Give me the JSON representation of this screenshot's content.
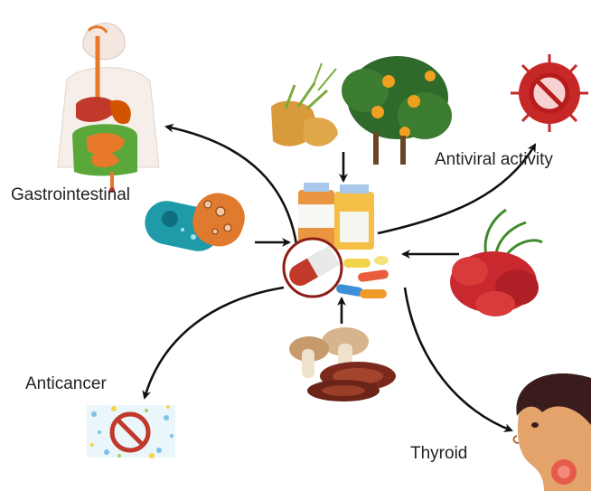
{
  "labels": {
    "gastrointestinal": "Gastrointestinal",
    "antiviral": "Antiviral activity",
    "anticancer": "Anticancer",
    "thyroid": "Thyroid"
  },
  "colors": {
    "arrow": "#111111",
    "organs_red": "#c0392b",
    "organs_green": "#5aa83a",
    "organs_orange": "#e8782a",
    "bacteria_teal": "#1f9aa8",
    "bacteria_orange": "#e07a2e",
    "virus_red": "#c62828",
    "seaweed_red": "#c8282e",
    "seaweed_green": "#3f8a2a",
    "capsule_red": "#c0392b",
    "face_skin": "#e3a36a",
    "hair": "#3a1c1c"
  },
  "icons": [
    "digestive-system-icon",
    "bacteria-icon",
    "ginger-citrus-plant-icon",
    "medicine-bottles-icon",
    "capsule-icon",
    "pills-icon",
    "virus-prohibited-icon",
    "seaweed-icon",
    "mushrooms-icon",
    "cancer-cell-prohibited-icon",
    "thyroid-patient-icon"
  ]
}
